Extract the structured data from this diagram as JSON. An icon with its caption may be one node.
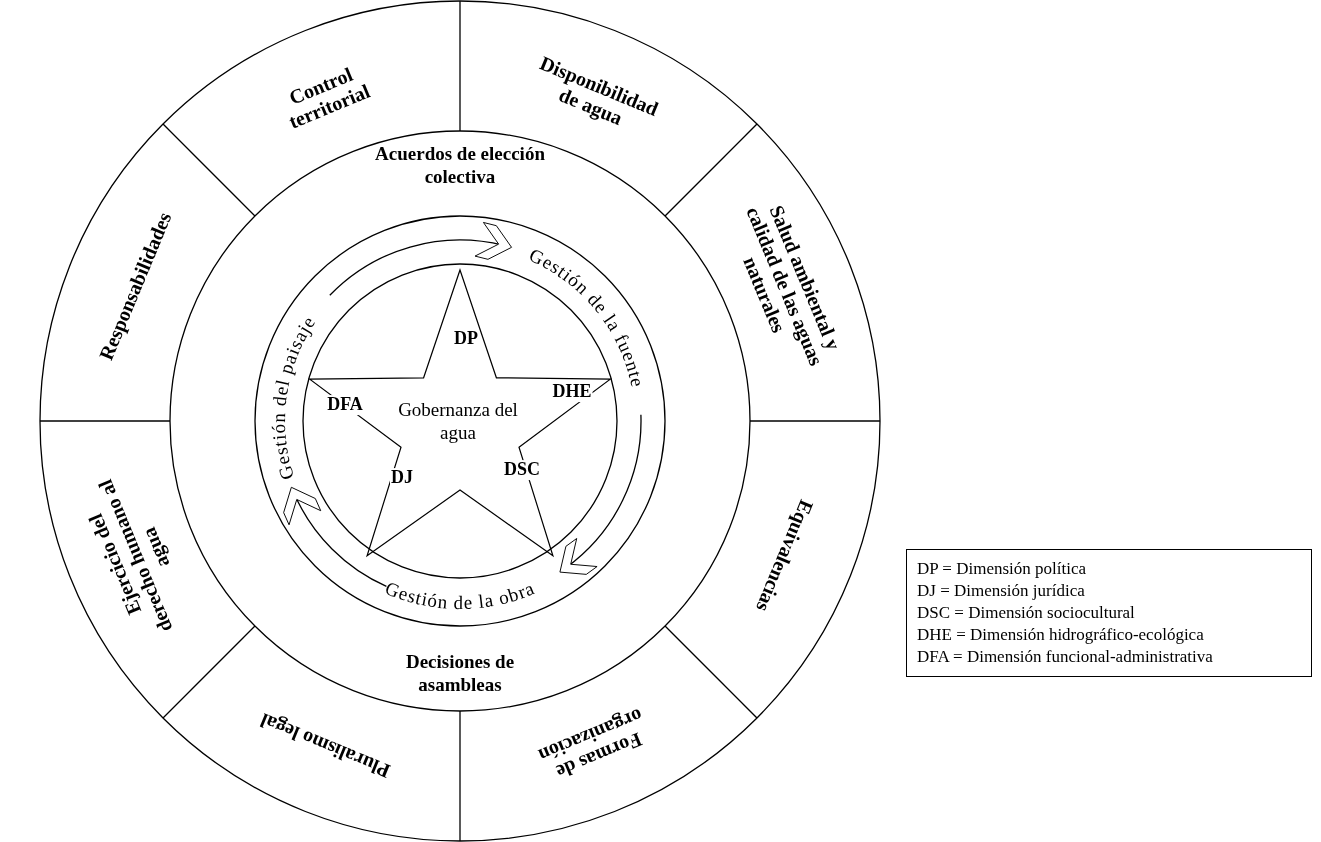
{
  "diagram": {
    "nodes": [
      {
        "text": [
          "Control territorial"
        ]
      },
      {
        "text": [
          "Disponibilidad de agua"
        ]
      },
      {
        "text": [
          "Salud ambiental y calidad de las aguas naturales"
        ]
      },
      {
        "text": [
          "Equivalencias"
        ]
      },
      {
        "text": [
          "Formas de organización"
        ]
      },
      {
        "text": [
          "Pluralismo legal"
        ]
      },
      {
        "text": [
          "Ejercicio del derecho humano al agua"
        ]
      },
      {
        "text": [
          "Responsabilidades"
        ]
      },
      {
        "text": [
          "Acuerdos de elección colectiva"
        ]
      },
      {
        "text": [
          "Decisiones de asambleas"
        ]
      },
      {
        "text": [
          "Gestión de la fuente"
        ]
      },
      {
        "text": [
          "Gestión de la obra"
        ]
      },
      {
        "text": [
          "Gestión del paisaje"
        ]
      },
      {
        "text": [
          "Gobernanza del agua"
        ]
      },
      {
        "text": [
          "DP = Dimensión política",
          "DJ = Dimensión jurídica",
          "DSC = Dimensión sociocultural",
          "DHE = Dimensión hidrográfico-ecológica",
          "DFA = Dimensión funcional-administrativa"
        ]
      }
    ],
    "edges": [
      {
        "from": 12,
        "to": 10,
        "arrow": "to"
      },
      {
        "from": 10,
        "to": 11,
        "arrow": "to"
      },
      {
        "from": 11,
        "to": 12,
        "arrow": "to"
      }
    ],
    "labels": [
      "DP",
      "DHE",
      "DFA",
      "DSC",
      "DJ"
    ]
  }
}
